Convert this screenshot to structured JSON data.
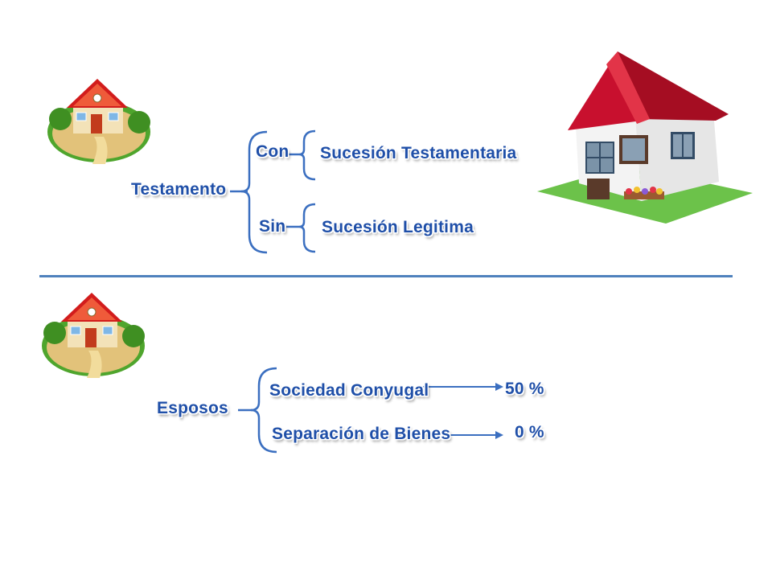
{
  "section_testamento": {
    "root": "Testamento",
    "branches": [
      {
        "condition": "Con",
        "result": "Sucesión Testamentaria"
      },
      {
        "condition": "Sin",
        "result": "Sucesión Legitima"
      }
    ]
  },
  "section_esposos": {
    "root": "Esposos",
    "branches": [
      {
        "regime": "Sociedad Conyugal",
        "percentage": "50 %"
      },
      {
        "regime": "Separación de Bienes",
        "percentage": "0 %"
      }
    ]
  },
  "icons": {
    "small_house_top": "cottage-icon",
    "small_house_bottom": "cottage-icon",
    "large_house": "house-icon"
  },
  "colors": {
    "label_text": "#1f4fa8",
    "bracket_stroke": "#3b6fc0",
    "divider": "#4f81bd",
    "roof_red": "#c8102e"
  }
}
